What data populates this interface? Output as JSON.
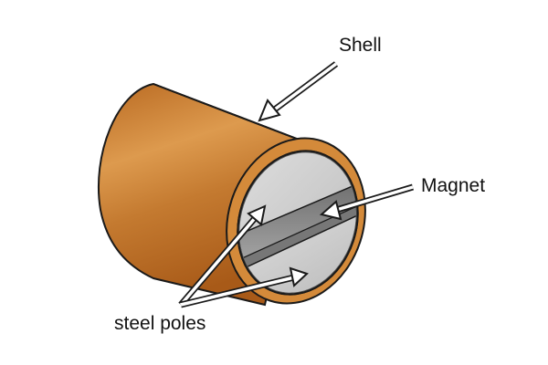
{
  "labels": {
    "shell": "Shell",
    "magnet": "Magnet",
    "steel_poles": "steel poles"
  },
  "colors": {
    "shell": "#c8782a",
    "shell_light": "#e0a055",
    "steel": "#c9c9c9",
    "magnet": "#8c8c8c",
    "outline": "#1a1a1a"
  }
}
